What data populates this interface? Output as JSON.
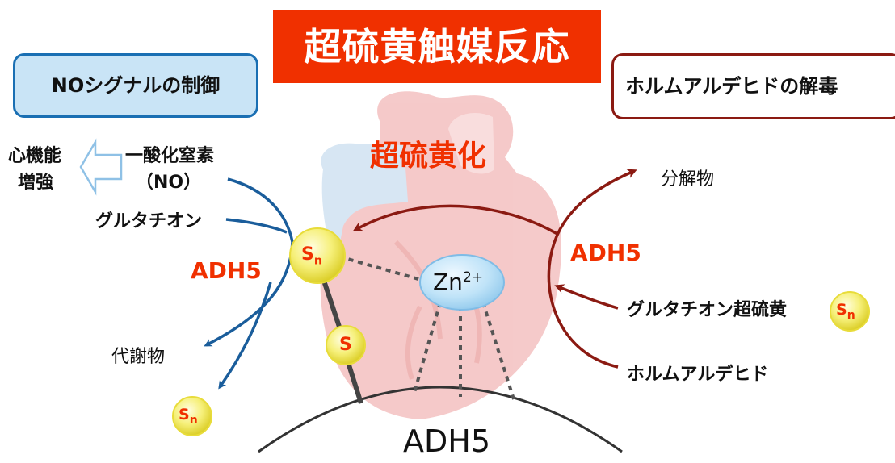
{
  "title": "超硫黄触媒反応",
  "left_box": {
    "label": "NOシグナルの制御"
  },
  "right_box": {
    "label": "ホルムアルデヒドの解毒"
  },
  "center_label": "超硫黄化",
  "left_side": {
    "effect_line1": "心機能",
    "effect_line2": "増強",
    "no_line1": "一酸化窒素",
    "no_line2": "（NO）",
    "glutathione": "グルタチオン",
    "enzyme": "ADH5",
    "metabolite": "代謝物"
  },
  "right_side": {
    "product": "分解物",
    "enzyme": "ADH5",
    "glutathione_supersulfide": "グルタチオン超硫黄",
    "formaldehyde": "ホルムアルデヒド"
  },
  "center": {
    "zinc": "Zn",
    "zinc_charge": "2+",
    "sulfur_chain": "S",
    "sulfur": "S",
    "chain_sub": "n",
    "protein": "ADH5"
  },
  "colors": {
    "title_bg": "#f03000",
    "accent_red": "#f03000",
    "left_arrow": "#1a5d9b",
    "right_arrow": "#8b1a12",
    "sulfur_ball": "#f6f07a",
    "zinc_ball": "#bfe3f8"
  }
}
